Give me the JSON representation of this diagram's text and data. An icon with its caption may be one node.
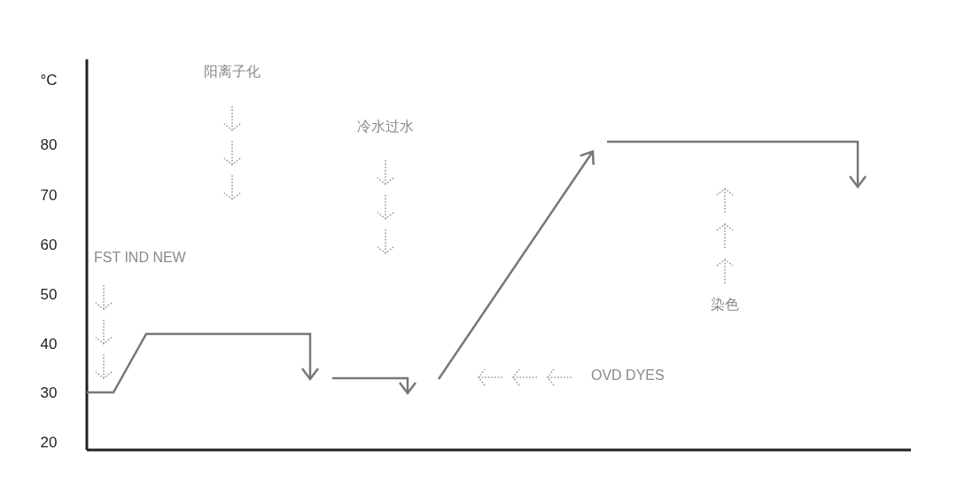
{
  "diagram": {
    "labels": [
      "°C",
      "80",
      "70",
      "60",
      "50",
      "40",
      "30",
      "20",
      "阳离子化",
      "冷水过水",
      "FST IND NEW",
      "OVD DYES",
      "染色"
    ]
  }
}
